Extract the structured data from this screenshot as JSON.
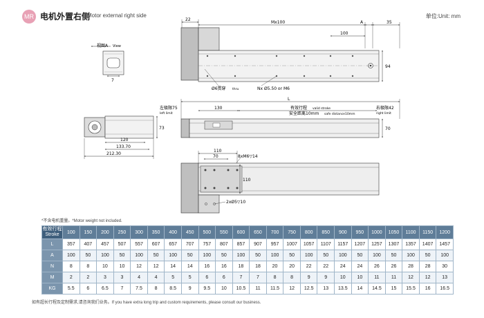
{
  "header": {
    "badge": "MR",
    "title_cn": "电机外置右侧",
    "title_en": "Motor external right side",
    "unit": "单位:Unit: mm"
  },
  "drawing": {
    "view_a": "视图A",
    "view_a_en": "View",
    "dim_7": "7",
    "dim_22": "22",
    "dim_mx100": "Mx100",
    "dim_100": "100",
    "dim_a": "A",
    "dim_35": "35",
    "dim_94": "94",
    "through_hole": "Ø6贯穿",
    "through_hole_en": "thru",
    "mount_holes": "Nx Ø5.50 or M6",
    "left_limit": "左极限75",
    "left_limit_en": "left limit",
    "dim_130": "130",
    "dim_l": "L",
    "stroke_label": "有效行程",
    "stroke_label_en": "valid stroke",
    "safe_distance": "安全距离10mm",
    "safe_distance_en": "safe distance10mm",
    "right_limit": "右极限42",
    "right_limit_en": "right limit",
    "dim_70_side": "70",
    "dim_120": "120",
    "dim_133": "133.70",
    "dim_212": "212.30",
    "dim_73": "73",
    "dim_110": "110",
    "dim_70_top": "70",
    "thread_top": "8xM6▽14",
    "dim_110_vert": "110",
    "pin_hole": "2xØ5▽10"
  },
  "note": "*不含电机重量。*Motor weight not included.",
  "table": {
    "header_label_cn": "有效行程",
    "header_label_en": "Stroke",
    "strokes": [
      "100",
      "150",
      "200",
      "250",
      "300",
      "350",
      "400",
      "450",
      "500",
      "550",
      "600",
      "650",
      "700",
      "750",
      "800",
      "850",
      "900",
      "950",
      "1000",
      "1050",
      "1100",
      "1150",
      "1200"
    ],
    "rows": [
      {
        "label": "L",
        "values": [
          "357",
          "407",
          "457",
          "507",
          "557",
          "607",
          "657",
          "707",
          "757",
          "807",
          "857",
          "907",
          "957",
          "1007",
          "1057",
          "1107",
          "1157",
          "1207",
          "1257",
          "1307",
          "1357",
          "1407",
          "1457"
        ]
      },
      {
        "label": "A",
        "values": [
          "100",
          "50",
          "100",
          "50",
          "100",
          "50",
          "100",
          "50",
          "100",
          "50",
          "100",
          "50",
          "100",
          "50",
          "100",
          "50",
          "100",
          "50",
          "100",
          "50",
          "100",
          "50",
          "100"
        ]
      },
      {
        "label": "N",
        "values": [
          "8",
          "8",
          "10",
          "10",
          "12",
          "12",
          "14",
          "14",
          "16",
          "16",
          "18",
          "18",
          "20",
          "20",
          "22",
          "22",
          "24",
          "24",
          "26",
          "26",
          "28",
          "28",
          "30"
        ]
      },
      {
        "label": "M",
        "values": [
          "2",
          "2",
          "3",
          "3",
          "4",
          "4",
          "5",
          "5",
          "6",
          "6",
          "7",
          "7",
          "8",
          "8",
          "9",
          "9",
          "10",
          "10",
          "11",
          "11",
          "12",
          "12",
          "13"
        ]
      },
      {
        "label": "KG",
        "values": [
          "5.5",
          "6",
          "6.5",
          "7",
          "7.5",
          "8",
          "8.5",
          "9",
          "9.5",
          "10",
          "10.5",
          "11",
          "11.5",
          "12",
          "12.5",
          "13",
          "13.5",
          "14",
          "14.5",
          "15",
          "15.5",
          "16",
          "16.5"
        ]
      }
    ]
  },
  "footer": "如有超长行程及定制需求,请咨询我们业务。If you have extra long trip and custom requirements, please consult our business."
}
